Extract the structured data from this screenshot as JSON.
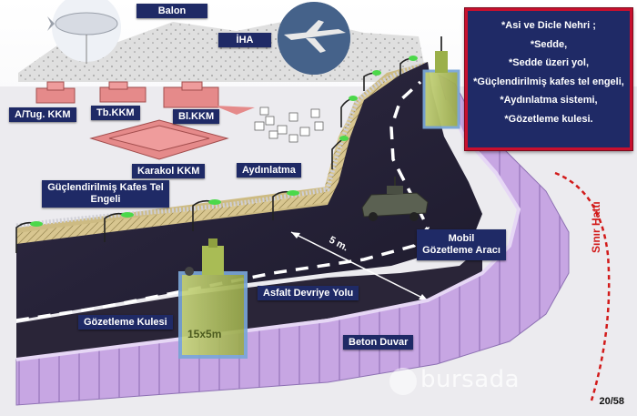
{
  "diagram": {
    "labels": {
      "balon": "Balon",
      "iha": "İHA",
      "a_tug_kkm": "A/Tug. KKM",
      "tb_kkm": "Tb.KKM",
      "bl_kkm": "Bl.KKM",
      "karakol_kkm": "Karakol KKM",
      "aydinlatma": "Aydınlatma",
      "kafes_tel_engeli": "Güçlendirilmiş Kafes Tel Engeli",
      "mobil_gozetleme_araci": "Mobil Gözetleme Aracı",
      "asfalt_devriye_yolu": "Asfalt Devriye Yolu",
      "gozetleme_kulesi": "Gözetleme Kulesi",
      "beton_duvar": "Beton Duvar",
      "sinir_hatti": "Sınır Hattı",
      "distance": "5 m.",
      "tower_size": "15x5m"
    },
    "info_box": {
      "items": [
        "*Asi ve Dicle Nehri ;",
        "*Sedde,",
        "*Sedde üzeri yol,",
        "*Güçlendirilmiş kafes tel engeli,",
        "*Aydınlatma sistemi,",
        "*Gözetleme kulesi."
      ]
    },
    "page_number": "20/58",
    "watermark": "bursada"
  },
  "colors": {
    "label_bg": "#1f2a66",
    "info_border": "#c8102e",
    "road": "#26223a",
    "wall": "#c9a9e6",
    "sand": "#d9c89a",
    "tower": "#b9c86a",
    "building": "#e58a8a",
    "border_line": "#d21a1a",
    "lamp": "#4bd84a"
  }
}
